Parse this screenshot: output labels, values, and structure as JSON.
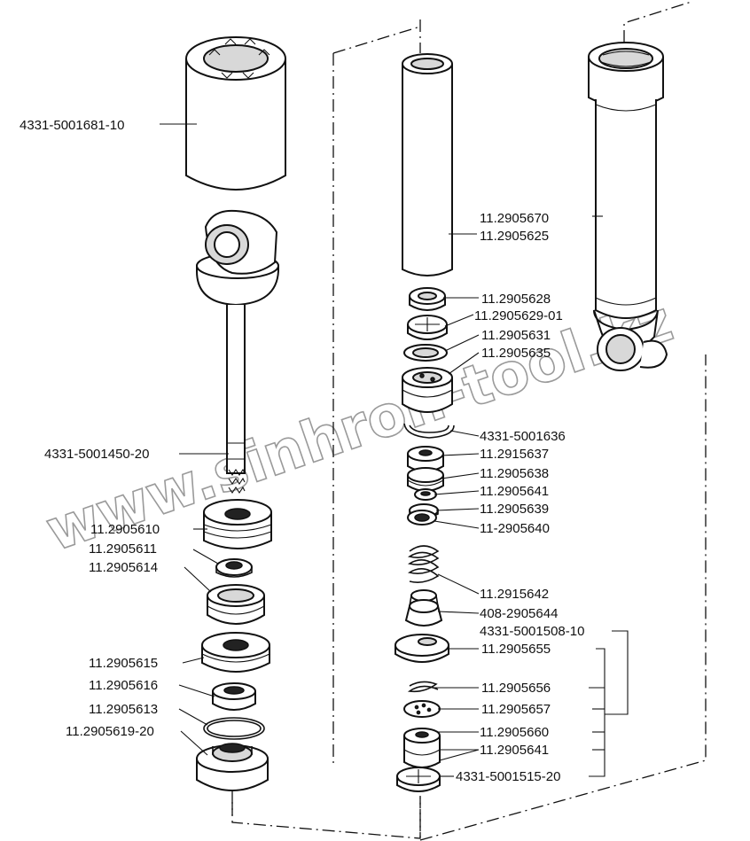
{
  "labels": {
    "l1": "4331-5001681-10",
    "l2": "4331-5001450-20",
    "l3": "11.2905610",
    "l4": "11.2905611",
    "l5": "11.2905614",
    "l6": "11.2905615",
    "l7": "11.2905616",
    "l8": "11.2905613",
    "l9": "11.2905619-20",
    "m1": "11.2905670",
    "m2": "11.2905625",
    "m3": "11.2905628",
    "m4": "11.2905629-01",
    "m5": "11.2905631",
    "m6": "11.2905635",
    "m7": "4331-5001636",
    "m8": "11.2915637",
    "m9": "11.2905638",
    "m10": "11.2905641",
    "m11": "11.2905639",
    "m12": "11-2905640",
    "m13": "11.2915642",
    "m14": "408-2905644",
    "m15": "4331-5001508-10",
    "m16": "11.2905655",
    "m17": "11.2905656",
    "m18": "11.2905657",
    "m19": "11.2905660",
    "m20": "11.2905641",
    "m21": "4331-5001515-20"
  },
  "watermark": "www.sinhron-tool.kz"
}
